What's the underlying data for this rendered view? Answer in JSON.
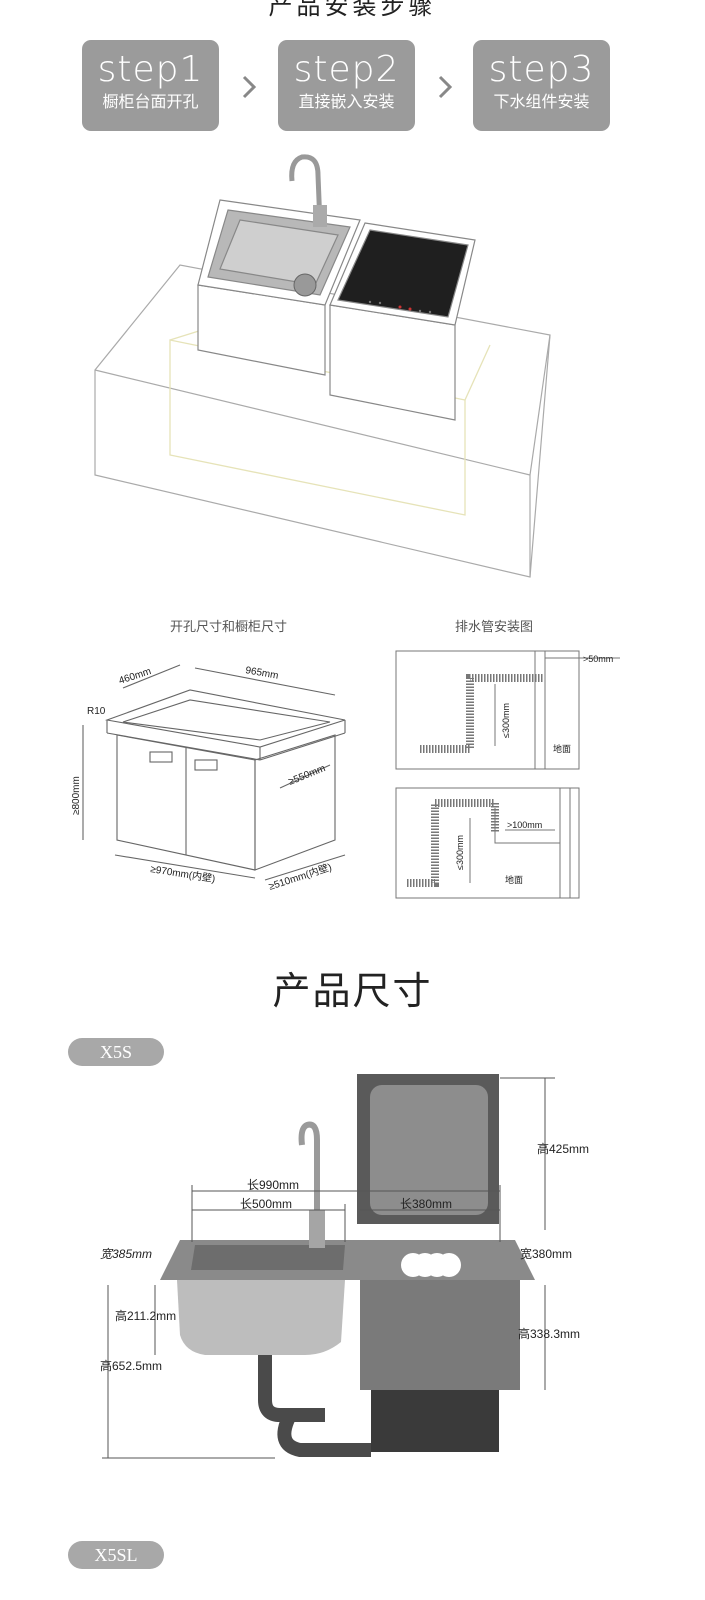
{
  "header": {
    "title": "产品安装步骤"
  },
  "steps": [
    {
      "title": "step1",
      "desc": "橱柜台面开孔"
    },
    {
      "title": "step2",
      "desc": "直接嵌入安装"
    },
    {
      "title": "step3",
      "desc": "下水组件安装"
    }
  ],
  "cabinet_diagram": {
    "caption": "开孔尺寸和橱柜尺寸",
    "labels": {
      "depth": "460mm",
      "width": "965mm",
      "radius": "R10",
      "height": "≥800mm",
      "side_depth": "≥550mm",
      "inner_width": "≥970mm(内壁)",
      "inner_depth": "≥510mm(内壁)"
    }
  },
  "drain_diagram": {
    "caption": "排水管安装图",
    "top": {
      "gap": ">50mm",
      "height": "≤300mm",
      "floor": "地面"
    },
    "bottom": {
      "gap": ">100mm",
      "height": "≤300mm",
      "floor": "地面"
    }
  },
  "product_size": {
    "title": "产品尺寸",
    "models": [
      {
        "name": "X5S",
        "labels": {
          "total_length": "长990mm",
          "sink_length": "长500mm",
          "dish_length": "长380mm",
          "height_top": "高425mm",
          "width_left": "宽385mm",
          "width_right": "宽380mm",
          "sink_depth": "高211.2mm",
          "right_height": "高338.3mm",
          "total_height": "高652.5mm"
        }
      },
      {
        "name": "X5SL"
      }
    ]
  }
}
